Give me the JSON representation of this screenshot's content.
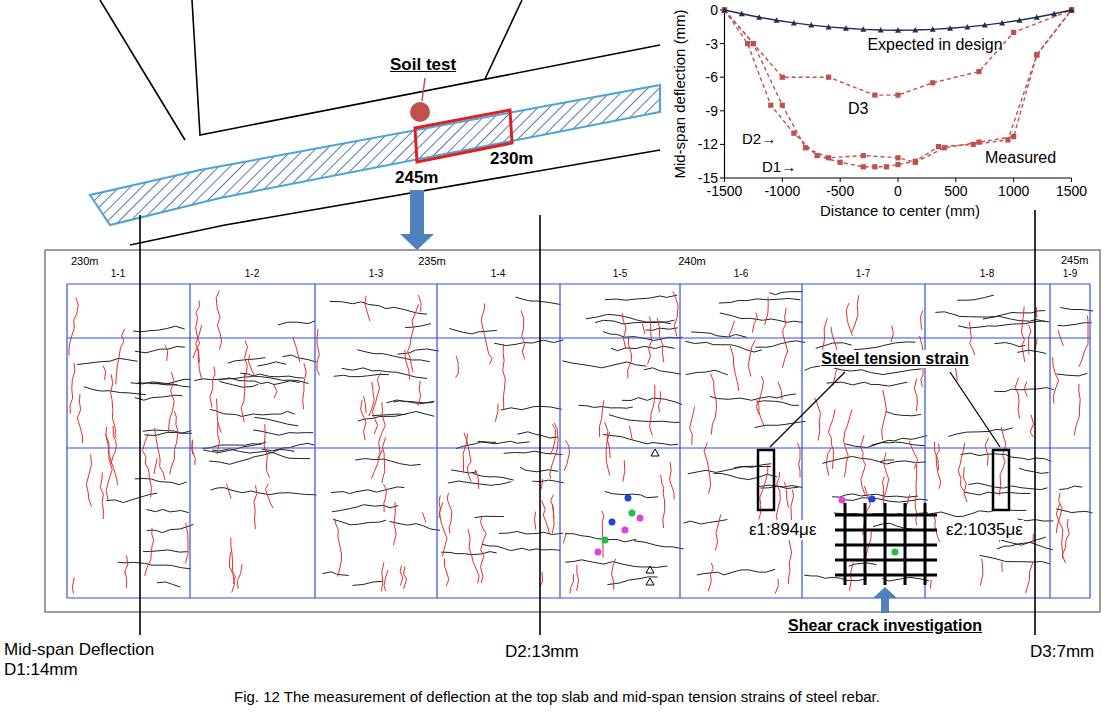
{
  "diagram": {
    "caption": "Fig. 12 The measurement of deflection at the top slab and mid-span tension strains of steel rebar.",
    "labels": [
      "Soil test",
      "245m",
      "230m",
      "0",
      "-3",
      "-6",
      "-9",
      "-12",
      "-15",
      "Mid-span deflection (mm)",
      "-1500",
      "-1000",
      "-500",
      "0",
      "500",
      "1000",
      "1500",
      "Distance to center (mm)",
      "Expected in design",
      "D3",
      "D2→",
      "D1→",
      "Measured",
      "230m",
      "235m",
      "240m",
      "245m",
      "1-1",
      "1-2",
      "1-3",
      "1-4",
      "1-5",
      "1-6",
      "1-7",
      "1-8",
      "1-9",
      "Steel tension strain",
      "ε1:894με",
      "ε2:1035με",
      "Shear crack investigation",
      "Mid-span Deflection D1:14mm",
      "D2:13mm",
      "D3:7mm"
    ]
  }
}
